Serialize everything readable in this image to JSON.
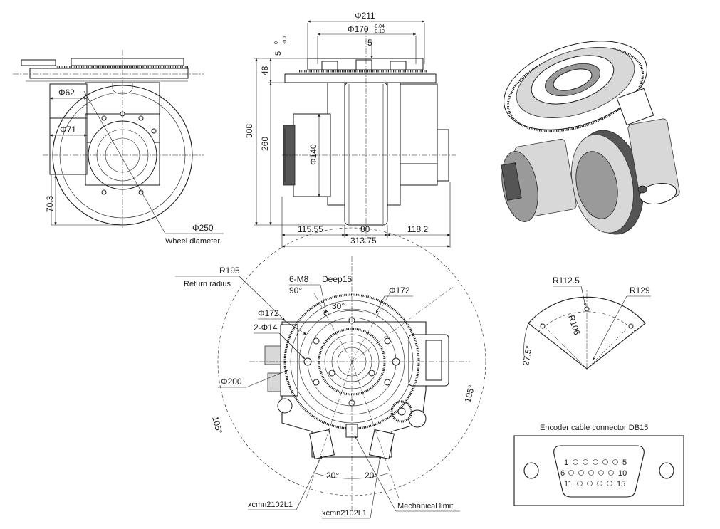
{
  "side_view": {
    "dia_62": "Φ62",
    "dia_71": "Φ71",
    "height_70_3": "70.3",
    "dia_250": "Φ250",
    "wheel_diameter": "Wheel diameter"
  },
  "front_view": {
    "dia_211": "Φ211",
    "dia_170": "Φ170",
    "tol_upper": "-0.04",
    "tol_lower": "-0.10",
    "top_5": "5",
    "small_5": "5",
    "small_01": "-0.1",
    "small_0": "0",
    "h_48": "48",
    "h_308": "308",
    "h_260": "260",
    "dia_140": "Φ140",
    "w_115_55": "115.55",
    "w_80": "80",
    "w_118_2": "118.2",
    "w_313_75": "313.75"
  },
  "top_view": {
    "r195": "R195",
    "return_radius": "Return radius",
    "holes_6m8": "6-M8",
    "deep15": "Deep15",
    "angle_90": "90°",
    "angle_30": "30°",
    "dia_172_right": "Φ172",
    "dia_172_left": "Φ172",
    "holes_2phi14": "2-Φ14",
    "dia_200": "Φ200",
    "angle_105_left": "105°",
    "angle_105_right": "105°",
    "angle_20_left": "20°",
    "angle_20_right": "20°",
    "sensor_label_1": "xcmn2102L1",
    "sensor_label_2": "xcmn2102L1",
    "mechanical_limit": "Mechanical limit"
  },
  "sector_detail": {
    "r112_5": "R112.5",
    "r129": "R129",
    "r106": "R106",
    "angle_27_5": "27.5°"
  },
  "connector": {
    "title": "Encoder cable connector DB15",
    "row1_start": "1",
    "row1_end": "5",
    "row2_start": "6",
    "row2_end": "10",
    "row3_start": "11",
    "row3_end": "15"
  }
}
